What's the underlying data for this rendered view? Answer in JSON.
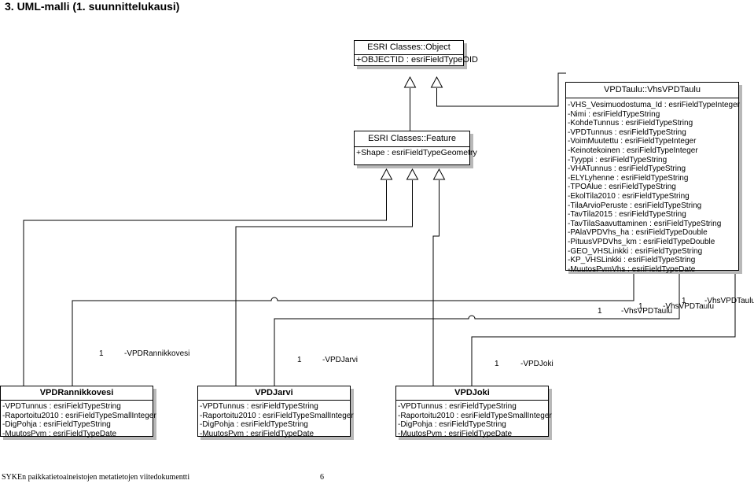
{
  "heading": "3.  UML-malli  (1. suunnittelukausi)",
  "classes": {
    "object": {
      "title": "ESRI Classes::Object",
      "attrs": [
        "+OBJECTID : esriFieldTypeOID"
      ]
    },
    "feature": {
      "title": "ESRI Classes::Feature",
      "attrs": [
        "+Shape : esriFieldTypeGeometry"
      ]
    },
    "vhs": {
      "title": "VPDTaulu::VhsVPDTaulu",
      "attrs": [
        "-VHS_Vesimuodostuma_Id : esriFieldTypeInteger",
        "-Nimi : esriFieldTypeString",
        "-KohdeTunnus : esriFieldTypeString",
        "-VPDTunnus : esriFieldTypeString",
        "-VoimMuutettu : esriFieldTypeInteger",
        "-Keinotekoinen : esriFieldTypeInteger",
        "-Tyyppi : esriFieldTypeString",
        "-VHATunnus : esriFieldTypeString",
        "-ELYLyhenne : esriFieldTypeString",
        "-TPOAlue : esriFieldTypeString",
        "-EkolTila2010 : esriFieldTypeString",
        "-TilaArvioPeruste : esriFieldTypeString",
        "-TavTila2015 : esriFieldTypeString",
        "-TavTilaSaavuttaminen : esriFieldTypeString",
        "-PAlaVPDVhs_ha : esriFieldTypeDouble",
        "-PituusVPDVhs_km : esriFieldTypeDouble",
        "-GEO_VHSLinkki : esriFieldTypeString",
        "-KP_VHSLinkki : esriFieldTypeString",
        "-MuutosPvmVhs : esriFieldTypeDate"
      ]
    },
    "rannikkovesi": {
      "title": "VPDRannikkovesi",
      "attrs": [
        "-VPDTunnus : esriFieldTypeString",
        "-Raportoitu2010 : esriFieldTypeSmallInteger",
        "-DigPohja : esriFieldTypeString",
        "-MuutosPvm : esriFieldTypeDate"
      ]
    },
    "jarvi": {
      "title": "VPDJarvi",
      "attrs": [
        "-VPDTunnus : esriFieldTypeString",
        "-Raportoitu2010 : esriFieldTypeSmallInteger",
        "-DigPohja : esriFieldTypeString",
        "-MuutosPvm : esriFieldTypeDate"
      ]
    },
    "joki": {
      "title": "VPDJoki",
      "attrs": [
        "-VPDTunnus : esriFieldTypeString",
        "-Raportoitu2010 : esriFieldTypeSmallInteger",
        "-DigPohja : esriFieldTypeString",
        "-MuutosPvm : esriFieldTypeDate"
      ]
    }
  },
  "associations": {
    "rannikkovesi": {
      "mult": "1",
      "role": "-VPDRannikkovesi"
    },
    "jarvi": {
      "mult": "1",
      "role": "-VPDJarvi"
    },
    "joki": {
      "mult": "1",
      "role": "-VPDJoki"
    },
    "vhs_a": {
      "mult": "1",
      "role": "-VhsVPDTaulu"
    },
    "vhs_b": {
      "mult": "1",
      "role": "-VhsVPDTaulu"
    },
    "vhs_c": {
      "mult": "1",
      "role": "-VhsVPDTaulu"
    }
  },
  "footer": "SYKEn paikkatietoaineistojen metatietojen viitedokumentti",
  "page_number": "6"
}
